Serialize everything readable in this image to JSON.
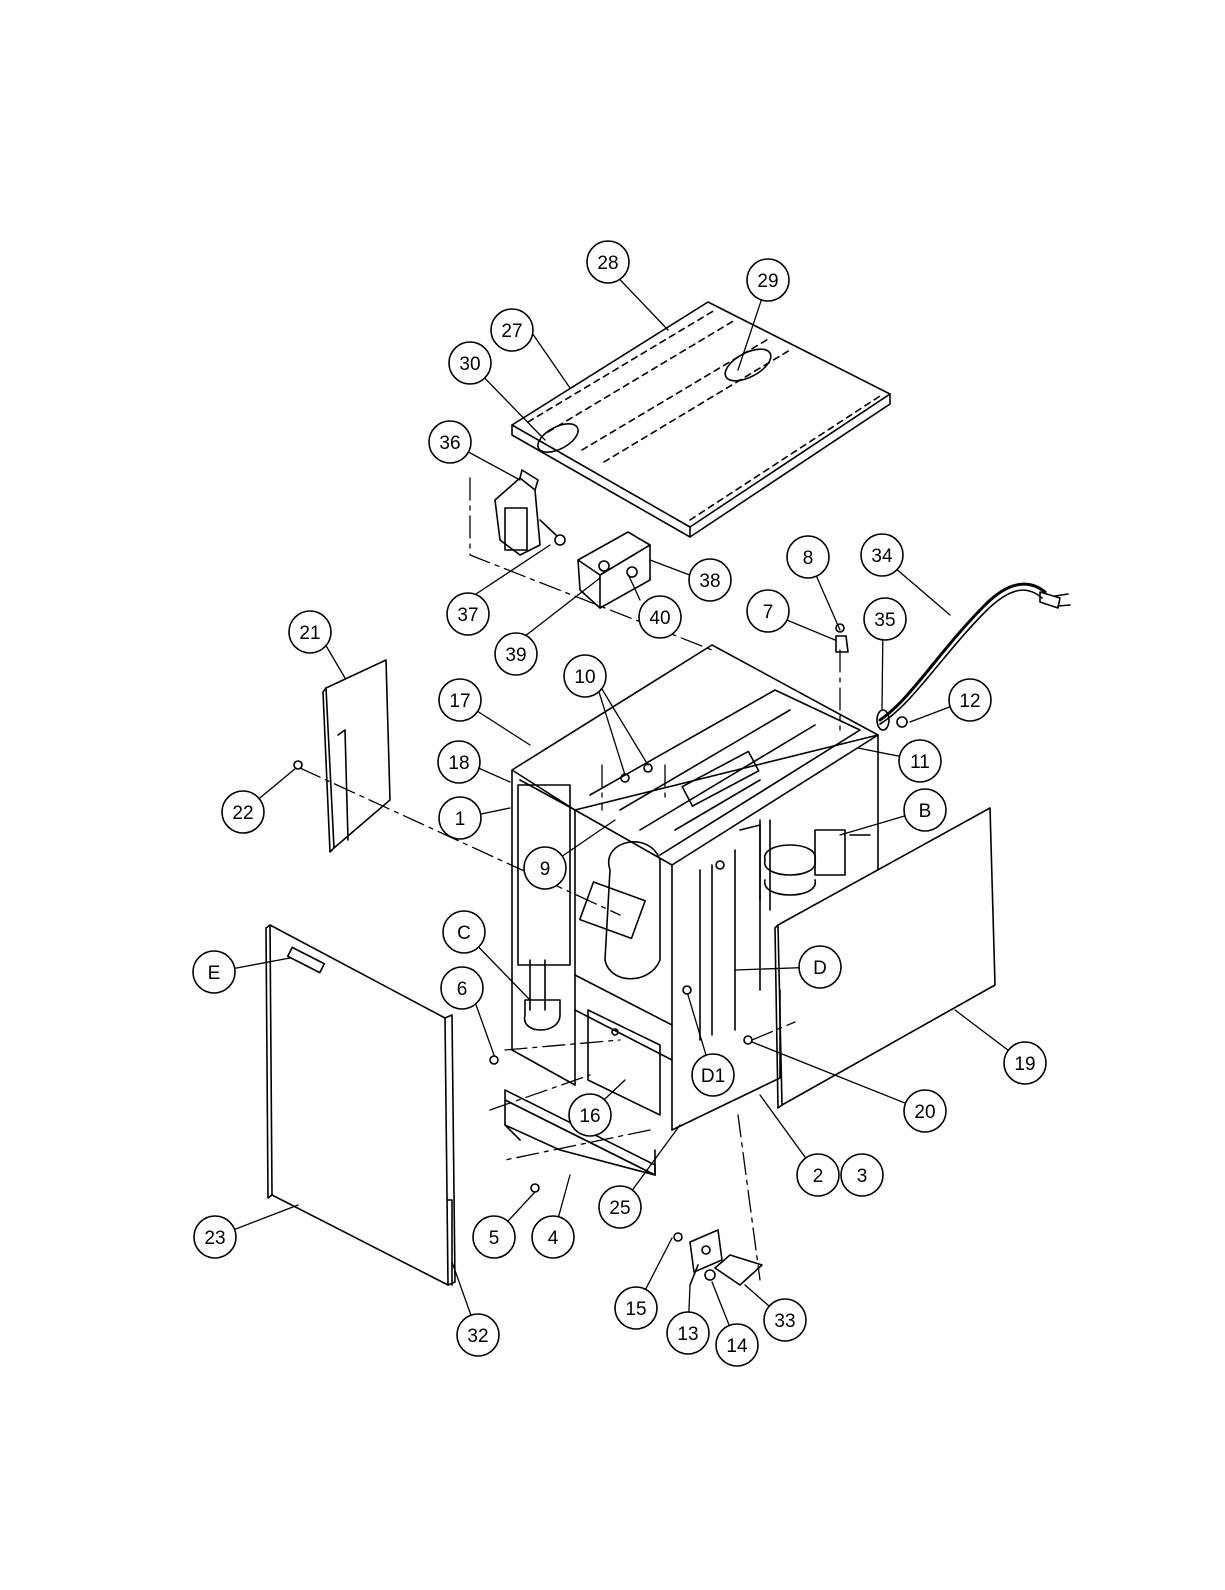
{
  "diagram": {
    "callouts": [
      {
        "id": "c28",
        "label": "28"
      },
      {
        "id": "c29",
        "label": "29"
      },
      {
        "id": "c27",
        "label": "27"
      },
      {
        "id": "c30",
        "label": "30"
      },
      {
        "id": "c36",
        "label": "36"
      },
      {
        "id": "c37",
        "label": "37"
      },
      {
        "id": "c39",
        "label": "39"
      },
      {
        "id": "c40",
        "label": "40"
      },
      {
        "id": "c38",
        "label": "38"
      },
      {
        "id": "c8",
        "label": "8"
      },
      {
        "id": "c34",
        "label": "34"
      },
      {
        "id": "c7",
        "label": "7"
      },
      {
        "id": "c35",
        "label": "35"
      },
      {
        "id": "c21",
        "label": "21"
      },
      {
        "id": "c10",
        "label": "10"
      },
      {
        "id": "c17",
        "label": "17"
      },
      {
        "id": "c12",
        "label": "12"
      },
      {
        "id": "c18",
        "label": "18"
      },
      {
        "id": "c11",
        "label": "11"
      },
      {
        "id": "c22",
        "label": "22"
      },
      {
        "id": "c1",
        "label": "1"
      },
      {
        "id": "cB",
        "label": "B"
      },
      {
        "id": "c9",
        "label": "9"
      },
      {
        "id": "cC",
        "label": "C"
      },
      {
        "id": "cE",
        "label": "E"
      },
      {
        "id": "cD",
        "label": "D"
      },
      {
        "id": "c6",
        "label": "6"
      },
      {
        "id": "cD1",
        "label": "D1"
      },
      {
        "id": "c19",
        "label": "19"
      },
      {
        "id": "c16",
        "label": "16"
      },
      {
        "id": "c20",
        "label": "20"
      },
      {
        "id": "c2",
        "label": "2"
      },
      {
        "id": "c3",
        "label": "3"
      },
      {
        "id": "c23",
        "label": "23"
      },
      {
        "id": "c25",
        "label": "25"
      },
      {
        "id": "c5",
        "label": "5"
      },
      {
        "id": "c4",
        "label": "4"
      },
      {
        "id": "c15",
        "label": "15"
      },
      {
        "id": "c13",
        "label": "13"
      },
      {
        "id": "c33",
        "label": "33"
      },
      {
        "id": "c14",
        "label": "14"
      },
      {
        "id": "c32",
        "label": "32"
      }
    ]
  }
}
